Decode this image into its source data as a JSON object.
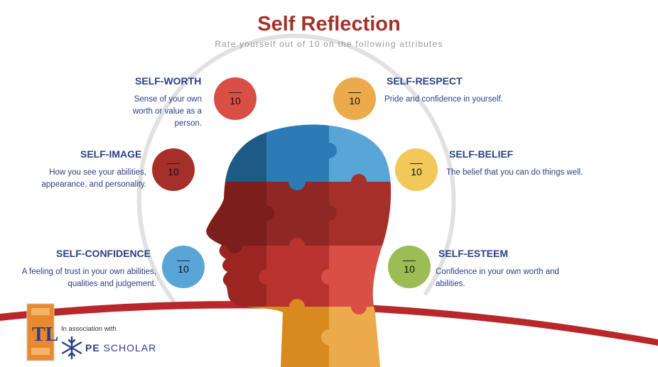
{
  "header": {
    "title": "Self Reflection",
    "subtitle": "Rate yourself out of 10 on the following attributes"
  },
  "attributes": [
    {
      "key": "self-worth",
      "title": "SELF-WORTH",
      "desc": "Sense of your own worth or value as a person.",
      "denominator": "10",
      "color": "#d94f46"
    },
    {
      "key": "self-respect",
      "title": "SELF-RESPECT",
      "desc": "Pride and confidence in yourself.",
      "denominator": "10",
      "color": "#ecab4a"
    },
    {
      "key": "self-image",
      "title": "SELF-IMAGE",
      "desc": "How you see your abilities, appearance, and personality.",
      "denominator": "10",
      "color": "#a5302a"
    },
    {
      "key": "self-belief",
      "title": "SELF-BELIEF",
      "desc": "The belief that you can do things well.",
      "denominator": "10",
      "color": "#f2c85b"
    },
    {
      "key": "self-confidence",
      "title": "SELF-CONFIDENCE",
      "desc": "A feeling of trust in your own abilities, qualities and judgement.",
      "denominator": "10",
      "color": "#5aa5d8"
    },
    {
      "key": "self-esteem",
      "title": "SELF-ESTEEM",
      "desc": "Confidence in your own worth and abilities.",
      "denominator": "10",
      "color": "#9cbc56"
    }
  ],
  "footer": {
    "association_text": "In association with",
    "partner_bold": "PE",
    "partner_rest": " SCHOLAR",
    "logo_letters": "TL"
  }
}
